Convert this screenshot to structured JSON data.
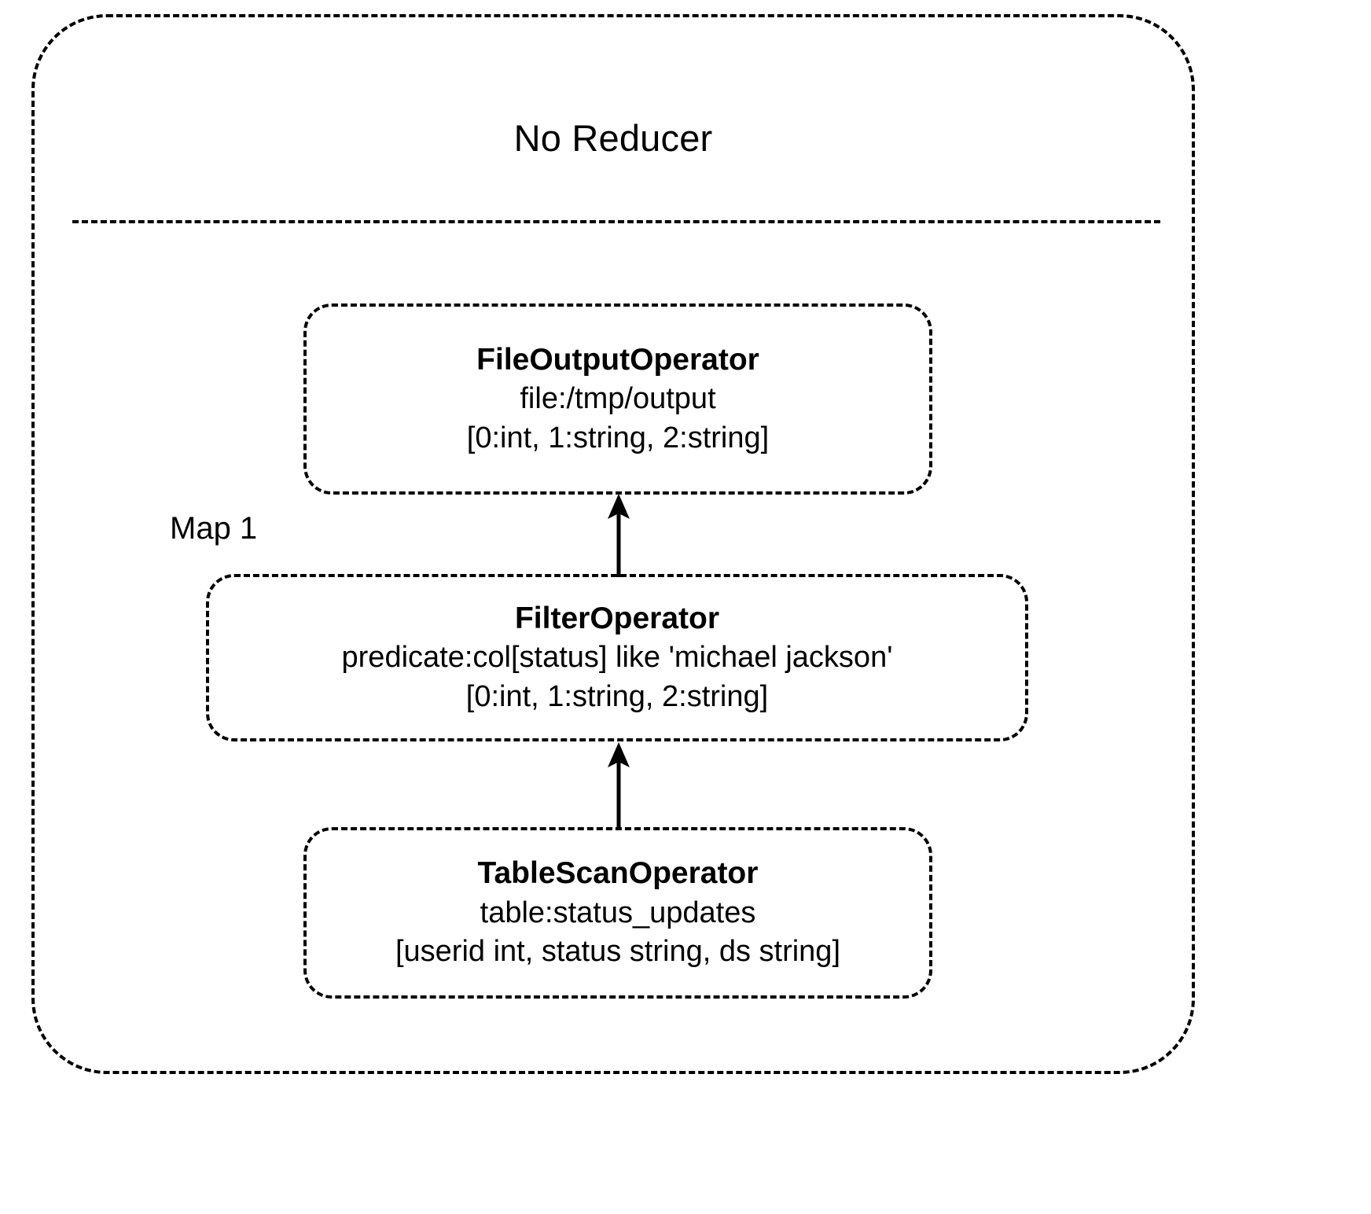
{
  "diagram": {
    "type": "query-execution-plan",
    "stage": {
      "title": "No Reducer"
    },
    "regions": [
      {
        "id": "map1",
        "label": "Map 1"
      }
    ],
    "operators": [
      {
        "id": "file-output-operator",
        "title": "FileOutputOperator",
        "detail": "file:/tmp/output",
        "schema": "[0:int, 1:string, 2:string]"
      },
      {
        "id": "filter-operator",
        "title": "FilterOperator",
        "detail": "predicate:col[status] like 'michael jackson'",
        "schema": "[0:int, 1:string, 2:string]"
      },
      {
        "id": "table-scan-operator",
        "title": "TableScanOperator",
        "detail": "table:status_updates",
        "schema": "[userid int, status string, ds string]"
      }
    ],
    "edges": [
      {
        "id": "edge-filter-to-fileoutput",
        "from": "filter-operator",
        "to": "file-output-operator"
      },
      {
        "id": "edge-tablescan-to-filter",
        "from": "table-scan-operator",
        "to": "filter-operator"
      }
    ],
    "colors": {
      "stroke": "#000000",
      "background": "#ffffff",
      "text": "#000000"
    }
  }
}
